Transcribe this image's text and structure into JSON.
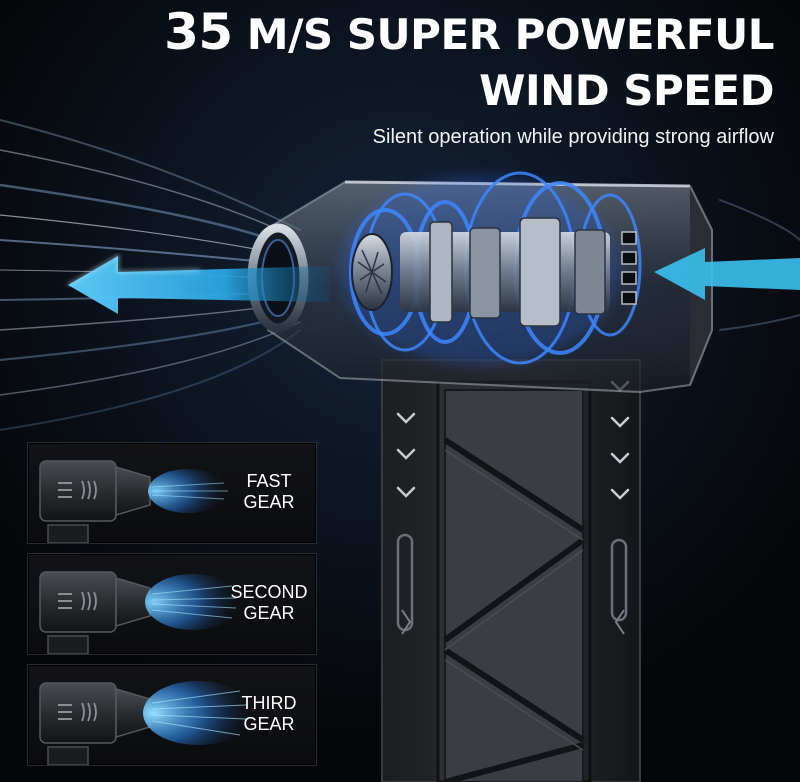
{
  "headline": {
    "speed_number": "35",
    "line1_rest": "M/S SUPER POWERFUL",
    "line2": "WIND SPEED"
  },
  "subtitle": "Silent operation while providing strong airflow",
  "gears": [
    {
      "line1": "FAST",
      "line2": "GEAR"
    },
    {
      "line1": "SECOND",
      "line2": "GEAR"
    },
    {
      "line1": "THIRD",
      "line2": "GEAR"
    }
  ],
  "colors": {
    "background": "#050608",
    "airflow_blue": "#39b6f0",
    "motor_glow": "#3a78ff",
    "text": "#ffffff"
  },
  "icons": {
    "intake_arrow": "arrow-left-icon",
    "exhaust_arrow": "arrow-left-icon",
    "grip_marks": "chevron-down-icon"
  }
}
